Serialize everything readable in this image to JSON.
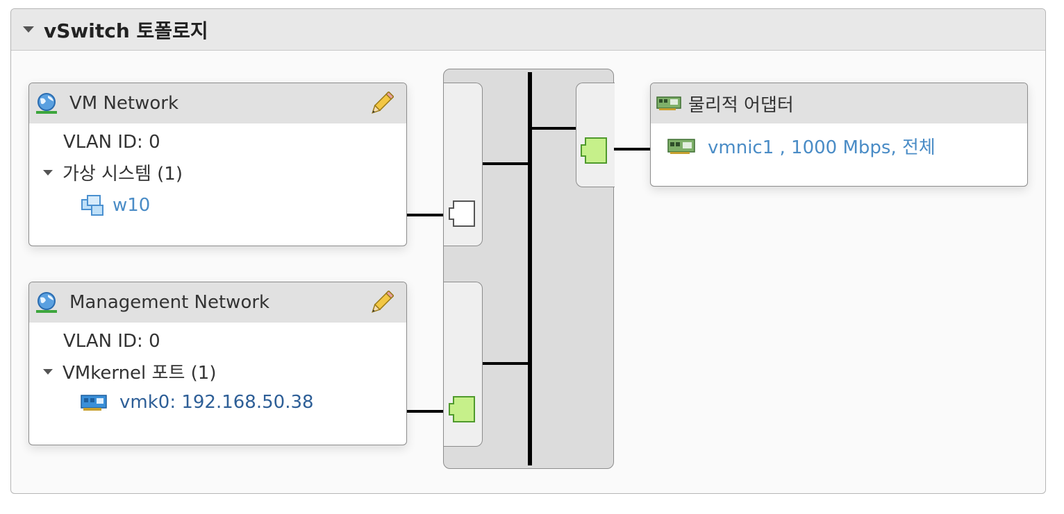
{
  "panel": {
    "title": "vSwitch 토폴로지"
  },
  "port_groups": [
    {
      "name": "VM Network",
      "vlan": "VLAN ID: 0",
      "section_label": "가상 시스템 (1)",
      "items": [
        {
          "label": "w10"
        }
      ]
    },
    {
      "name": "Management Network",
      "vlan": "VLAN ID: 0",
      "section_label": "VMkernel 포트 (1)",
      "items": [
        {
          "label": "vmk0: 192.168.50.38"
        }
      ]
    }
  ],
  "adapters": {
    "title": "물리적 어댑터",
    "items": [
      {
        "label": "vmnic1 , 1000 Mbps, 전체"
      }
    ]
  },
  "colors": {
    "link": "#4a8cc6",
    "port_active": "#c6f08a",
    "port_active_border": "#4f9a2c",
    "header_bg": "#e1e1e1"
  },
  "icons": {
    "collapse": "triangle-down-icon",
    "port_group": "globe-network-icon",
    "edit": "pencil-icon",
    "vm": "virtual-machine-icon",
    "vmkernel": "nic-card-icon",
    "physical_nic": "physical-nic-icon"
  }
}
